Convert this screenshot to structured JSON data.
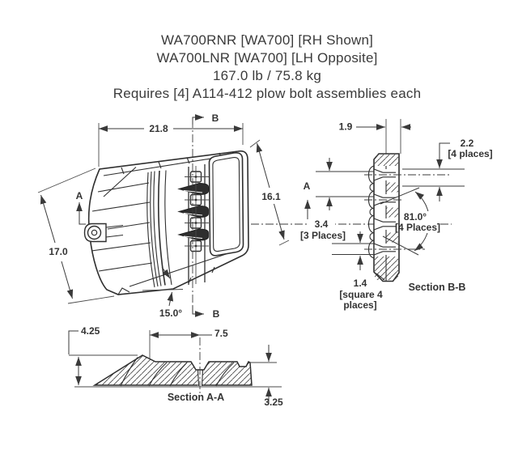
{
  "title": {
    "line1": "WA700RNR [WA700] [RH Shown]",
    "line2": "WA700LNR [WA700] [LH Opposite]",
    "line3": "167.0 lb / 75.8 kg",
    "line4": "Requires [4] A114-412 plow bolt assemblies each"
  },
  "markers": {
    "a": "A",
    "b": "B"
  },
  "main_view": {
    "dim_width": "21.8",
    "dim_diag": "16.1",
    "dim_height": "17.0",
    "dim_angle": "15.0°"
  },
  "section_bb": {
    "label": "Section B-B",
    "thickness": "1.9",
    "spacing": "2.2",
    "spacing_note": "[4 places]",
    "pitch": "3.4",
    "pitch_note": "[3 Places]",
    "angle": "81.0°",
    "angle_note": "[4 Places]",
    "square": "1.4",
    "square_note_line1": "[square 4",
    "square_note_line2": "places]"
  },
  "section_aa": {
    "label": "Section A-A",
    "height_left": "4.25",
    "width": "7.5",
    "height_right": "3.25"
  },
  "colors": {
    "background": "#ffffff",
    "line": "#3a3a3a",
    "text": "#333333",
    "rib_fill": "#2e2e2e"
  }
}
